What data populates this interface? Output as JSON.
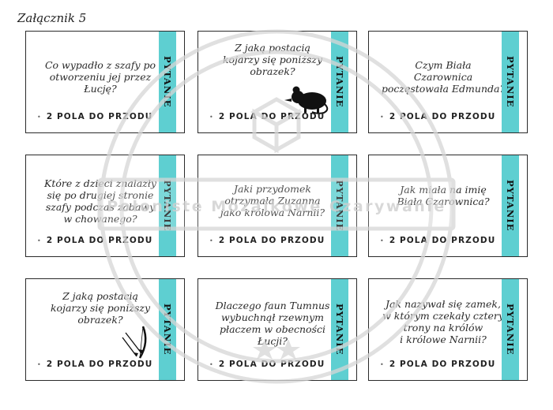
{
  "page_title": "Załącznik 5",
  "watermark_text": "Połoniste Mozaikowe Czarywanie",
  "card_label": "PYTANIE",
  "move_text": "2 POLA DO PRZODU",
  "cards": [
    {
      "question": "Co wypadło z szafy po\notworzeniu jej przez\nŁucję?"
    },
    {
      "question": "Z jaką postacią\nkojarzy się poniższy\nobrazek?",
      "icon": "mouse-icon"
    },
    {
      "question": "Czym Biała\nCzarownica\npoczęstowała Edmunda?"
    },
    {
      "question": "Które z dzieci znalazły\nsię po drugiej stronie\nszafy podczas zabawy\nw chowanego?"
    },
    {
      "question": "Jaki przydomek\notrzymała Zuzanna\njako królowa Narnii?"
    },
    {
      "question": "Jak miała na imię\nBiała Czarownica?"
    },
    {
      "question": "Z jaką postacią\nkojarzy się poniższy\nobrazek?",
      "icon": "bow-and-arrows-icon"
    },
    {
      "question": "Dlaczego faun Tumnus\nwybuchnął rzewnym\npłaczem w obecności\nŁucji?"
    },
    {
      "question": "Jak nazywał się zamek,\nw którym czekały cztery\ntrony na królów\ni królowe Narnii?"
    }
  ]
}
